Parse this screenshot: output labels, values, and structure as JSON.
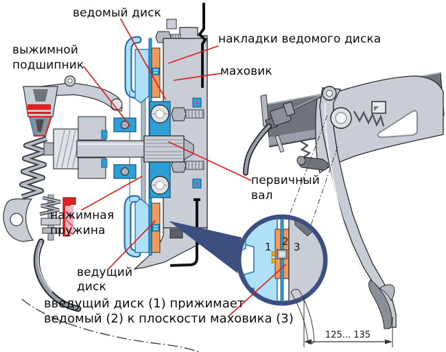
{
  "colors": {
    "callout_red": "#e02020",
    "cover_light_blue": "#aee1f8",
    "disc_blue": "#2e9fd6",
    "lining_orange": "#f29a5e",
    "inset_navy": "#3d4e80",
    "metal_gray": "#c9cdd5",
    "firewall_gray": "#70757d"
  },
  "labels": {
    "driven_disc": "ведомый диск",
    "release_bearing_1": "выжимной",
    "release_bearing_2": "подшипник",
    "linings": "накладки ведомого диска",
    "flywheel": "маховик",
    "input_shaft_1": "первичный",
    "input_shaft_2": "вал",
    "pressure_spring_1": "нажимная",
    "pressure_spring_2": "пружина",
    "drive_disc_1": "ведущий",
    "drive_disc_2": "диск"
  },
  "caption": {
    "line1": "введущий диск (1) прижимает",
    "line2": "ведомый (2) к плоскости маховика (3)"
  },
  "inset": {
    "num_1": "1",
    "num_2": "2",
    "num_3": "3"
  },
  "dimension": {
    "value": "125... 135"
  }
}
